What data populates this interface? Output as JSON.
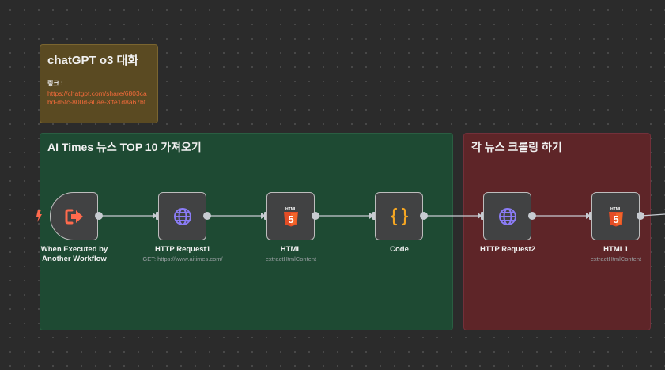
{
  "sticky_note": {
    "title": "chatGPT o3 대화",
    "label": "링크 :",
    "link": "https://chatgpt.com/share/6803cabd-d5fc-800d-a0ae-3ffe1d8a67bf"
  },
  "groups": [
    {
      "title": "AI Times 뉴스 TOP 10 가져오기",
      "color": "#1e4a33"
    },
    {
      "title": "각 뉴스 크롤링 하기",
      "color": "#5e2528"
    }
  ],
  "nodes": [
    {
      "name": "When Executed by Another Workflow",
      "line1": "When Executed by",
      "line2": "Another Workflow",
      "subtitle": "",
      "icon": "sign-in-arrow-icon"
    },
    {
      "name": "HTTP Request1",
      "subtitle": "GET: https://www.aitimes.com/",
      "icon": "globe-icon"
    },
    {
      "name": "HTML",
      "subtitle": "extractHtmlContent",
      "icon": "html5-icon"
    },
    {
      "name": "Code",
      "subtitle": "",
      "icon": "code-braces-icon"
    },
    {
      "name": "HTTP Request2",
      "subtitle": "",
      "icon": "globe-icon"
    },
    {
      "name": "HTML1",
      "subtitle": "extractHtmlContent",
      "icon": "html5-icon"
    }
  ],
  "html_badge": "HTML",
  "html_digit": "5",
  "colors": {
    "trigger_icon": "#ff6a4d",
    "globe_icon": "#8b7cf6",
    "html5": "#e44d26",
    "code_icon": "#f5a623",
    "link": "#f06a3a"
  }
}
